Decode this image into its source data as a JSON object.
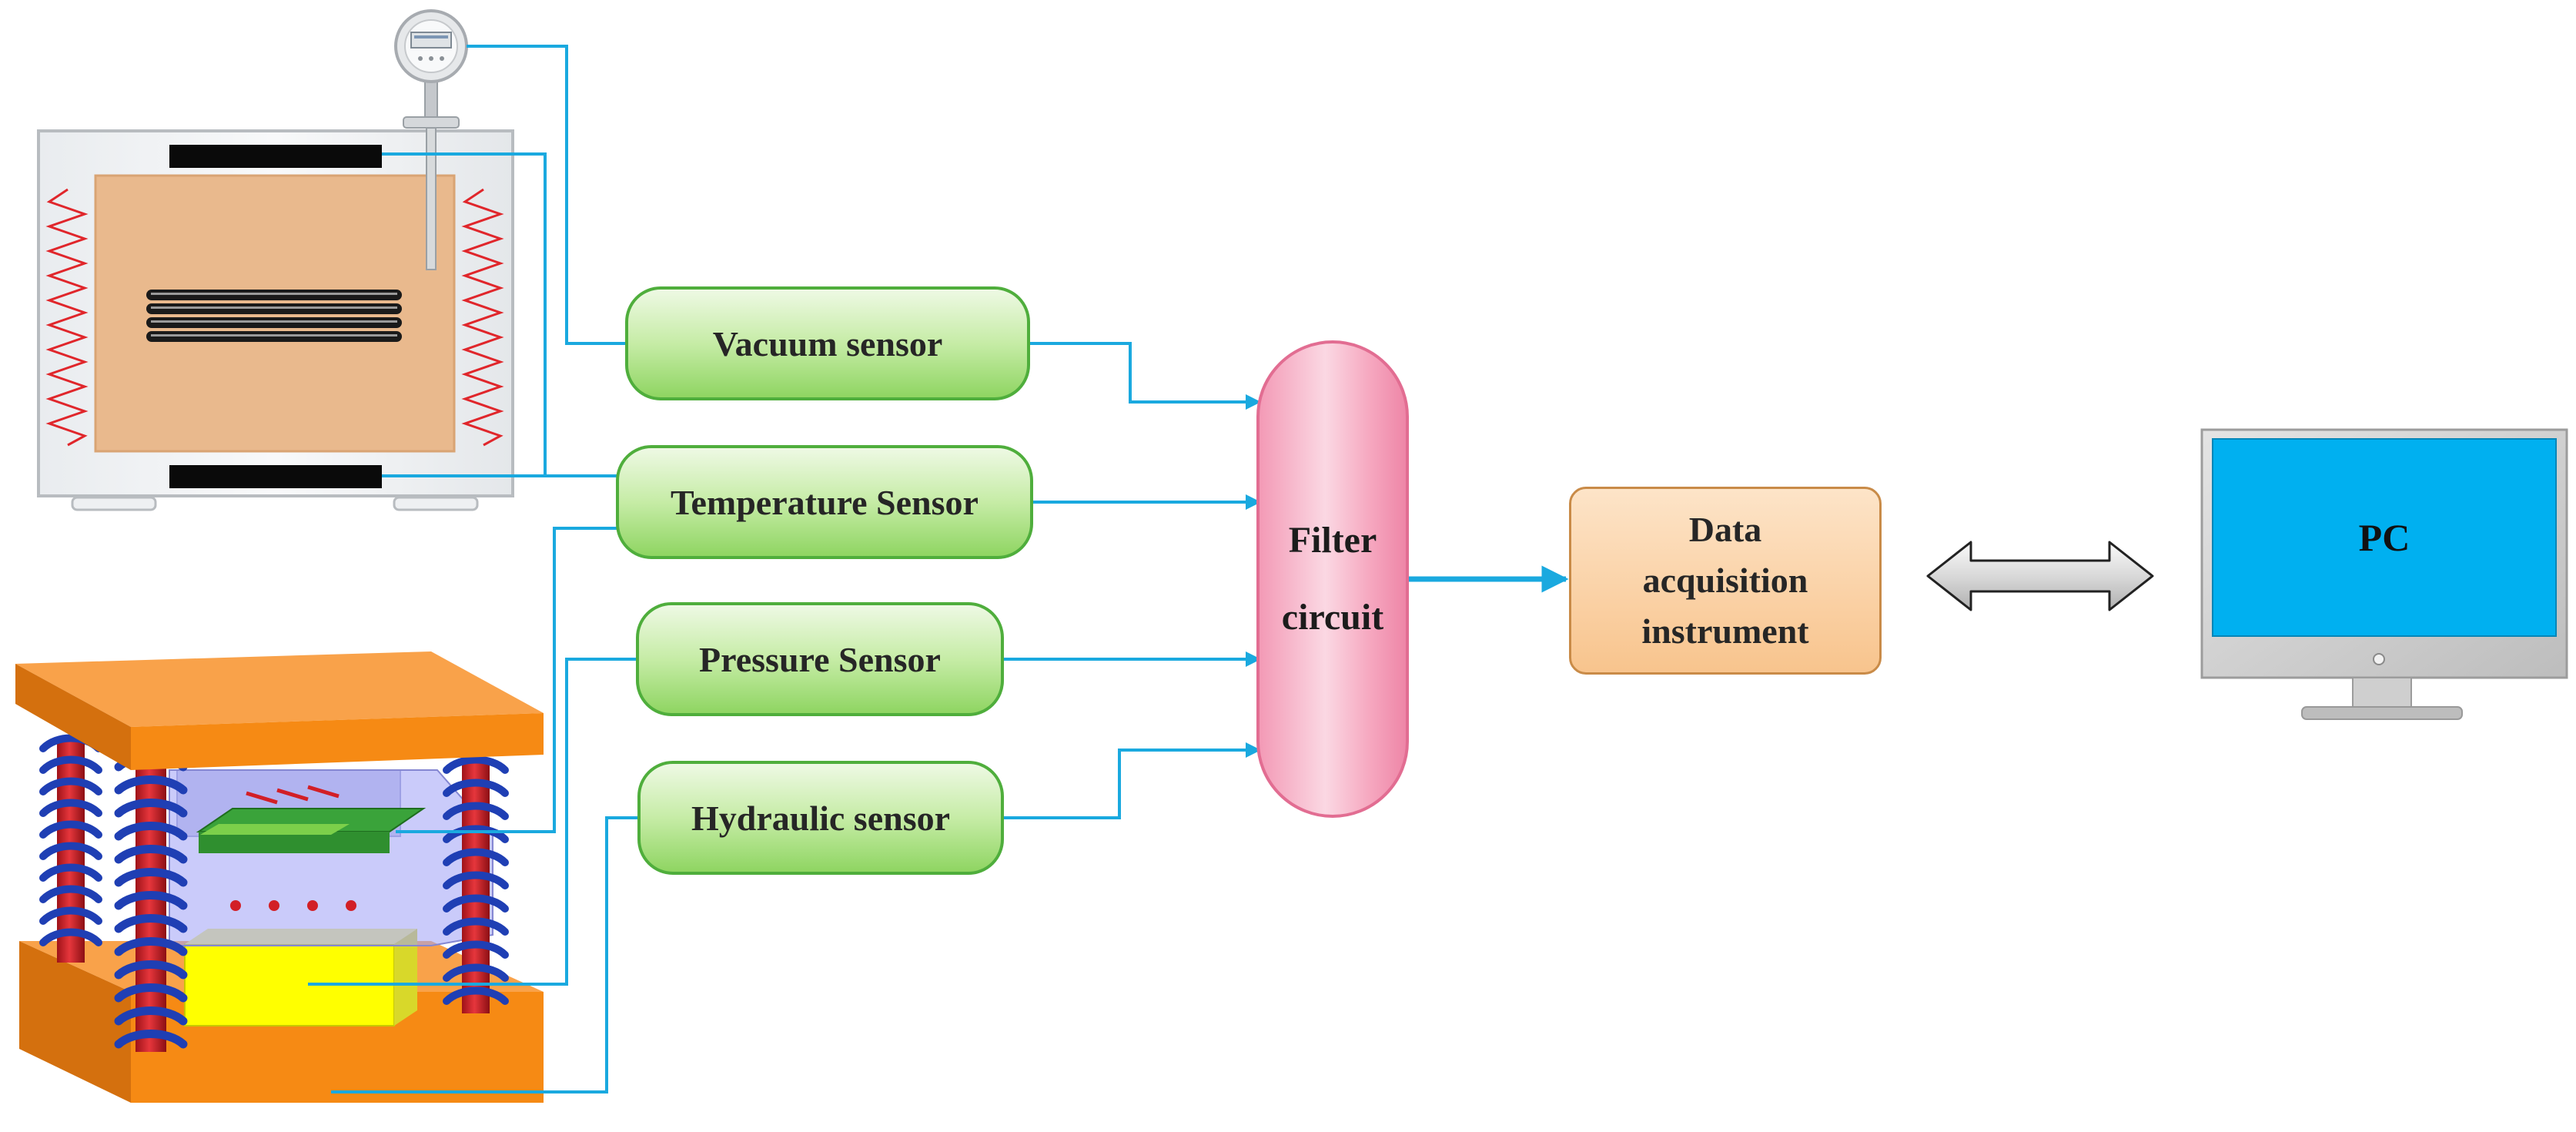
{
  "sensors": {
    "vacuum": "Vacuum sensor",
    "temperature": "Temperature Sensor",
    "pressure": "Pressure Sensor",
    "hydraulic": "Hydraulic sensor"
  },
  "filter": {
    "line1": "Filter",
    "line2": "circuit"
  },
  "daq": {
    "line1": "Data",
    "line2": "acquisition",
    "line3": "instrument"
  },
  "pc": {
    "label": "PC"
  },
  "colors": {
    "wire": "#1aa9df",
    "sensor_fill": "#a8df7e",
    "filter_fill": "#f6a9c1",
    "daq_fill": "#f9c892",
    "pc_screen": "#00b0f0",
    "press_plate": "#f68a14",
    "spring": "#1f3fb4",
    "column": "#d7242b"
  }
}
